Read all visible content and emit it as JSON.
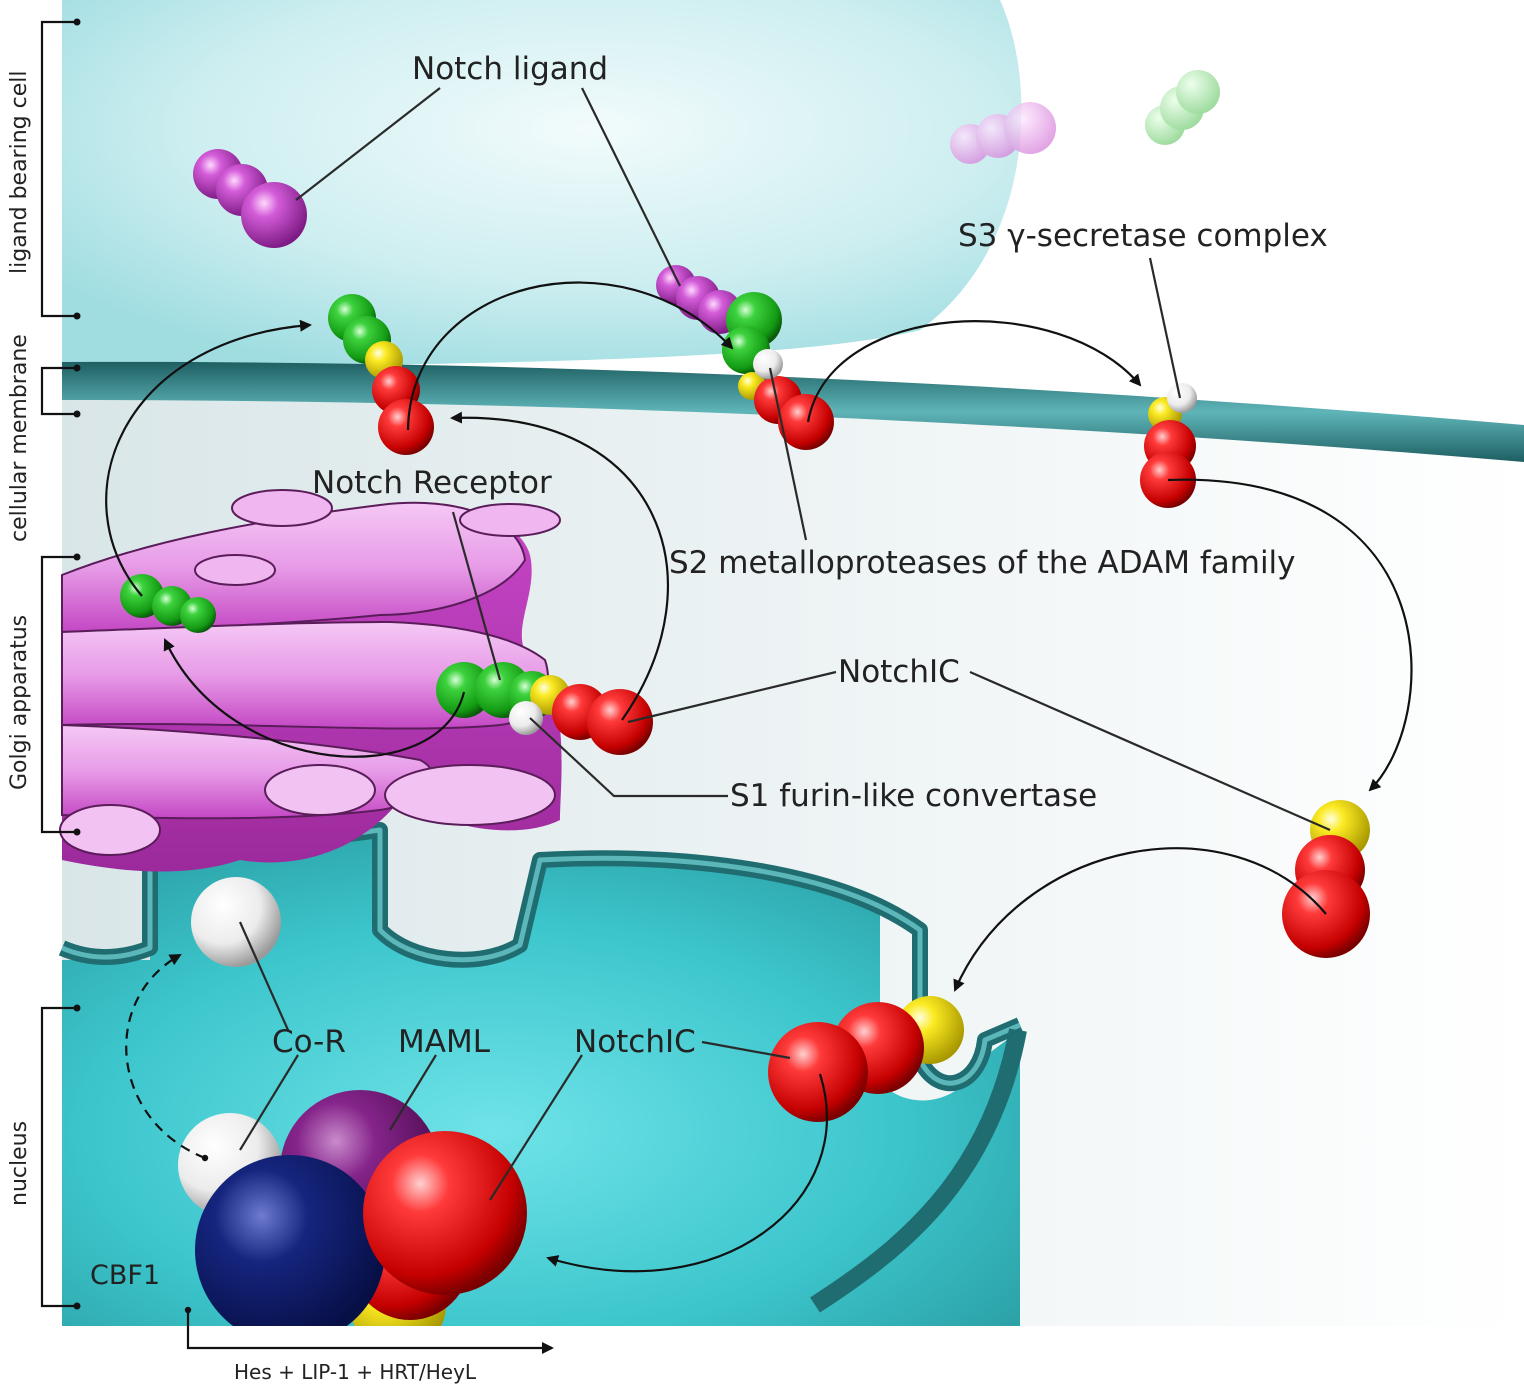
{
  "labels": {
    "notch_ligand": "Notch ligand",
    "s3": "S3 γ-secretase complex",
    "notch_receptor": "Notch Receptor",
    "s2": "S2 metalloproteases of the ADAM family",
    "notchic_cytoplasm": "NotchIC",
    "s1": "S1 furin-like convertase",
    "co_r": "Co-R",
    "maml": "MAML",
    "notchic_nucleus": "NotchIC",
    "cbf1": "CBF1",
    "genes": "Hes + LIP-1 + HRT/HeyL"
  },
  "side_brackets": {
    "ligand_cell": "ligand bearing cell",
    "membrane": "cellular membrane",
    "golgi": "Golgi apparatus",
    "nucleus": "nucleus"
  },
  "colors": {
    "ligand_cell": "#bfeaed",
    "membrane": "#2c7f82",
    "golgi": "#d34fd3",
    "nucleus": "#3ec9cf",
    "notch_ligand": "#c84fd0",
    "egf_domain": "#2fbf2f",
    "transmembrane": "#f0e020",
    "intracellular": "#e01010",
    "protease": "#f2f2f2",
    "maml": "#7a1a7e",
    "cbf1": "#0e1d6e"
  }
}
